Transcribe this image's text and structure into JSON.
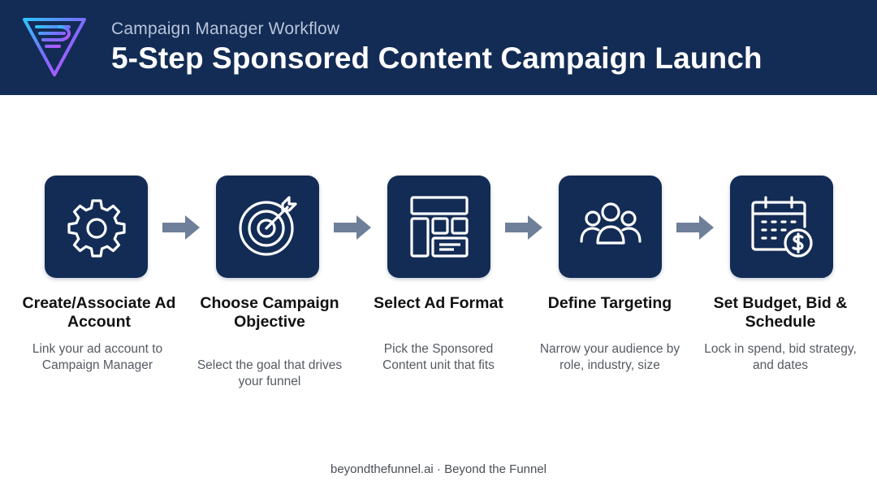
{
  "header": {
    "subtitle": "Campaign Manager Workflow",
    "title": "5-Step Sponsored Content Campaign Launch"
  },
  "steps": [
    {
      "icon": "gear-icon",
      "title": "Create/Associate Ad Account",
      "desc": "Link your ad account to Campaign Manager"
    },
    {
      "icon": "target-icon",
      "title": "Choose Campaign Objective",
      "desc": "Select the goal that drives your funnel"
    },
    {
      "icon": "layout-icon",
      "title": "Select Ad Format",
      "desc": "Pick the Sponsored Content unit that fits"
    },
    {
      "icon": "audience-icon",
      "title": "Define Targeting",
      "desc": "Narrow your audience by role, industry, size"
    },
    {
      "icon": "calendar-dollar-icon",
      "title": "Set Budget, Bid & Schedule",
      "desc": "Lock in spend, bid strategy, and dates"
    }
  ],
  "footer": {
    "text": "beyondthefunnel.ai · Beyond the Funnel"
  },
  "colors": {
    "header_bg": "#132c55",
    "tile_bg": "#132c55",
    "arrow": "#6e7f99",
    "logo_gradient": [
      "#a64dff",
      "#2ec5ff"
    ]
  }
}
